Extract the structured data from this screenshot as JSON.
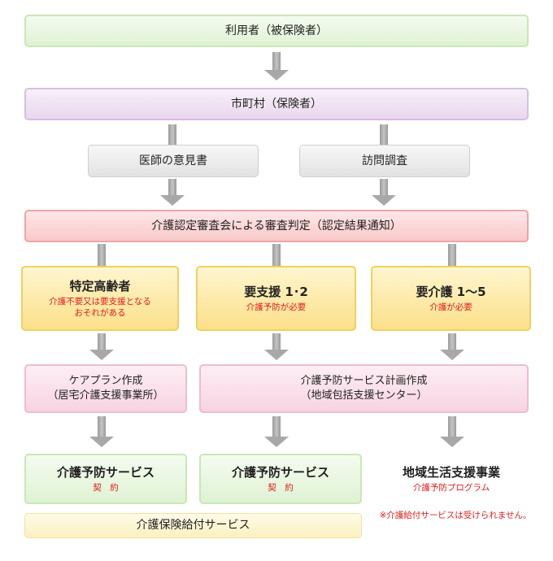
{
  "boxes": {
    "user": "利用者（被保険者）",
    "municipality": "市町村（保険者）",
    "doctor_opinion": "医師の意見書",
    "visit_survey": "訪問調査",
    "certification": "介護認定審査会による審査判定（認定結果通知）",
    "specific_elderly": {
      "title": "特定高齢者",
      "note": "介護不要又は要支援となる\nおそれがある"
    },
    "support_level": {
      "title": "要支援 1･2",
      "note": "介護予防が必要"
    },
    "care_level": {
      "title": "要介護 1〜5",
      "note": "介護が必要"
    },
    "care_plan": "ケアプラン作成\n（居宅介護支援事業所）",
    "prevention_plan": "介護予防サービス計画作成\n（地域包括支援センター）",
    "service_left": {
      "title": "介護予防サービス",
      "note": "契　約"
    },
    "service_mid": {
      "title": "介護予防サービス",
      "note": "契　約"
    },
    "community": {
      "title": "地域生活支援事業",
      "note": "介護予防プログラム"
    },
    "insurance_benefit": "介護保険給付サービス",
    "footnote": "※介護給付サービスは受けられません。"
  },
  "colors": {
    "green": "#dff2d3",
    "purple": "#e9d7ee",
    "gray": "#e2e2e2",
    "red": "#f8c9c9",
    "yellow": "#fbe08a",
    "pink": "#f7d3e2",
    "light_yellow": "#fbf0c0",
    "note_red": "#e01b1b"
  }
}
